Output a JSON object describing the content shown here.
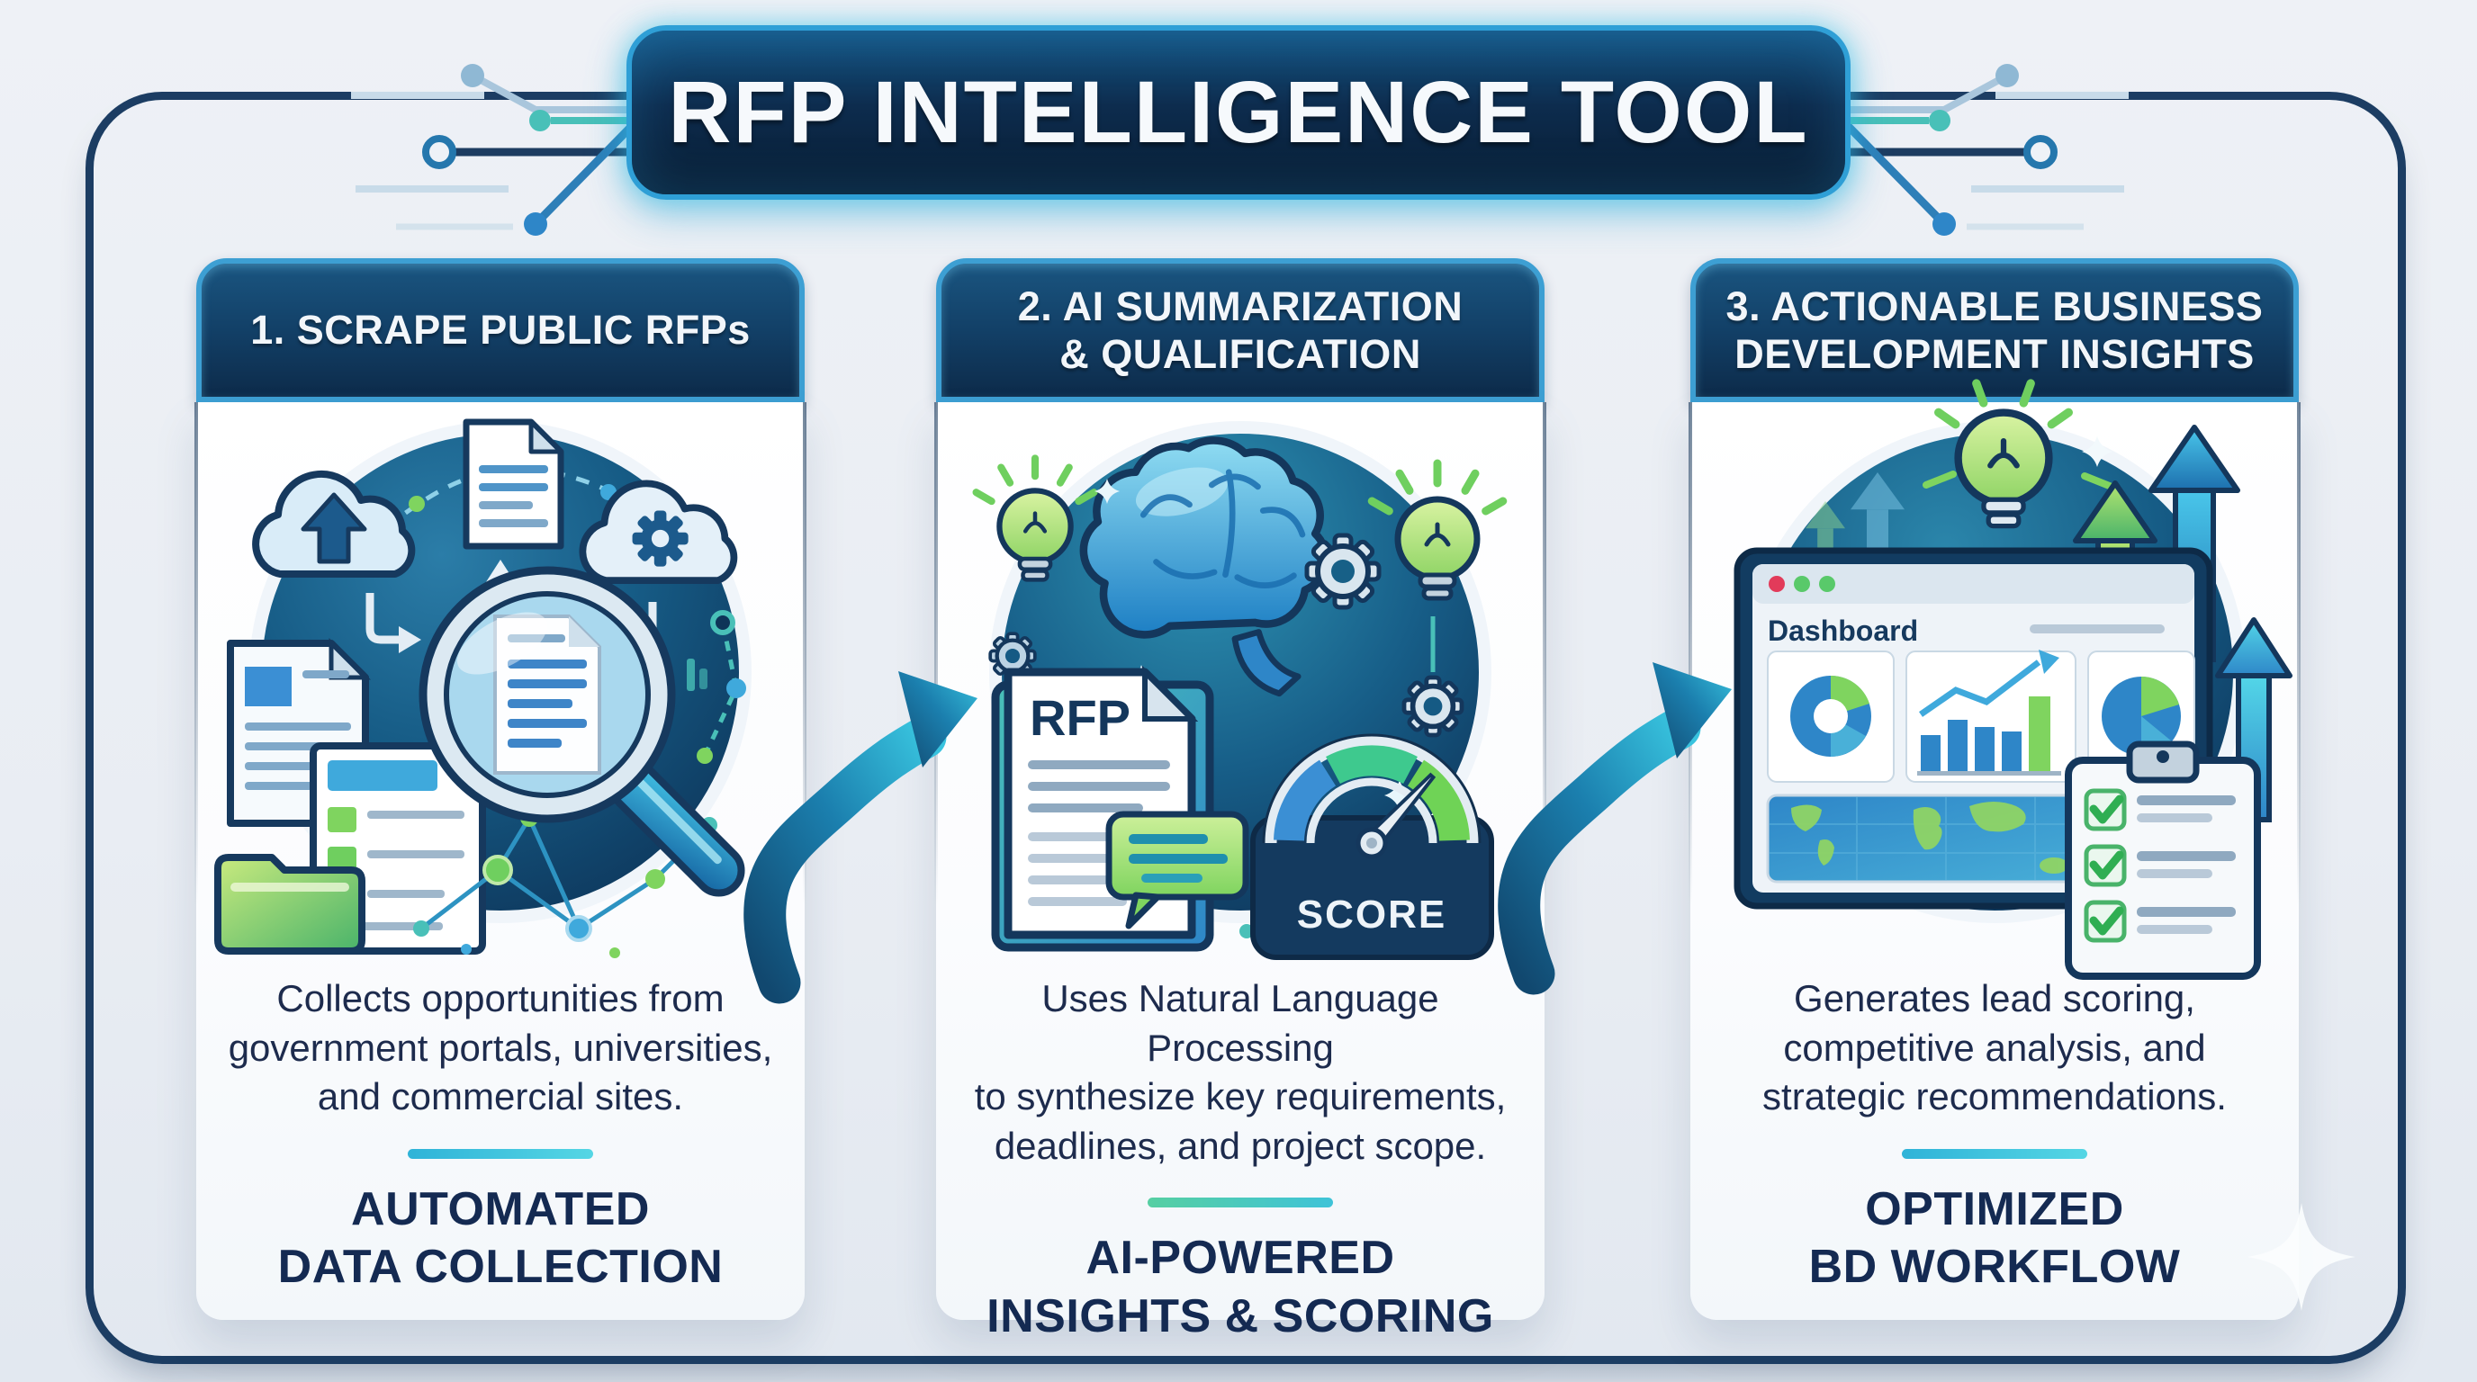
{
  "title": "RFP INTELLIGENCE TOOL",
  "columns": [
    {
      "header_lines": [
        "1. SCRAPE PUBLIC RFPs"
      ],
      "description_lines": [
        "Collects opportunities from",
        "government portals, universities,",
        "and commercial sites."
      ],
      "footer_lines": [
        "AUTOMATED",
        "DATA COLLECTION"
      ],
      "icons": [
        "cloud-upload-icon",
        "document-icon",
        "cloud-gear-icon",
        "magnifier-icon",
        "checklist-icon",
        "folder-icon",
        "network-nodes"
      ]
    },
    {
      "header_lines": [
        "2. AI SUMMARIZATION",
        "& QUALIFICATION"
      ],
      "description_lines": [
        "Uses Natural Language Processing",
        "to synthesize key requirements,",
        "deadlines, and project scope."
      ],
      "footer_lines": [
        "AI-POWERED",
        "INSIGHTS & SCORING"
      ],
      "labels": {
        "document": "RFP",
        "gauge": "SCORE"
      },
      "icons": [
        "brain-icon",
        "gear-icon",
        "lightbulb-icon",
        "rfp-document-icon",
        "speech-bubble-icon",
        "score-gauge-icon"
      ]
    },
    {
      "header_lines": [
        "3. ACTIONABLE BUSINESS",
        "DEVELOPMENT INSIGHTS"
      ],
      "description_lines": [
        "Generates lead scoring,",
        "competitive analysis, and",
        "strategic recommendations."
      ],
      "footer_lines": [
        "OPTIMIZED",
        "BD WORKFLOW"
      ],
      "labels": {
        "window": "Dashboard"
      },
      "icons": [
        "dashboard-window-icon",
        "donut-chart-icon",
        "bar-chart-icon",
        "pie-chart-icon",
        "world-map-icon",
        "clipboard-checklist-icon",
        "growth-arrow-icon",
        "lightbulb-icon"
      ]
    }
  ],
  "decorations": [
    "circuit-traces-left",
    "circuit-traces-right",
    "flow-arrow-1-2",
    "flow-arrow-2-3",
    "sparkle-bottom-right"
  ],
  "colors": {
    "background": "#e9edf3",
    "frame_border": "#1c3d63",
    "banner_navy": "#0d2c4e",
    "banner_border": "#2f9fd6",
    "header_navy": "#123f66",
    "header_border": "#3d9fd3",
    "circle_navy": "#0e3458",
    "accent_cyan": "#3bc3de",
    "accent_teal": "#49c0b8",
    "accent_green": "#7fd45f",
    "accent_blue": "#2e86c8",
    "text_dark": "#1d2b4d"
  }
}
